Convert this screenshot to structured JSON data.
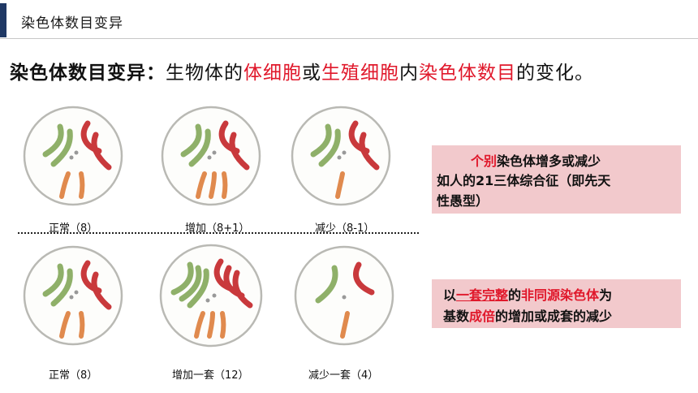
{
  "header": {
    "title": "染色体数目变异"
  },
  "definition": {
    "term": "染色体数目变异：",
    "p1": "生物体的",
    "h1": "体细胞",
    "p2": "或",
    "h2": "生殖细胞",
    "p3": "内",
    "h3": "染色体数目",
    "p4": "的变化。"
  },
  "row1": [
    {
      "caption": "正常（8）"
    },
    {
      "caption": "增加（8+1）"
    },
    {
      "caption": "减少（8-1）"
    }
  ],
  "row2": [
    {
      "caption": "正常（8）"
    },
    {
      "caption": "增加一套（12）"
    },
    {
      "caption": "减少一套（4）"
    }
  ],
  "box1": {
    "highlight": "个别",
    "line1_rest": "染色体增多或减少",
    "line2": "如人的21三体综合征（即先天",
    "line3": "性愚型）"
  },
  "box2": {
    "a": "以",
    "b": "一套完整",
    "c": "的",
    "d": "非同源染色体",
    "e": "为",
    "f": "基数",
    "g": "成倍",
    "h": "的增加或成套的减少"
  },
  "colors": {
    "green": "#8fb069",
    "red": "#c9393c",
    "orange": "#e08a4e",
    "highlight_red": "#e0182b",
    "box_bg": "#f2c9cc",
    "header_bar": "#1f3864"
  }
}
